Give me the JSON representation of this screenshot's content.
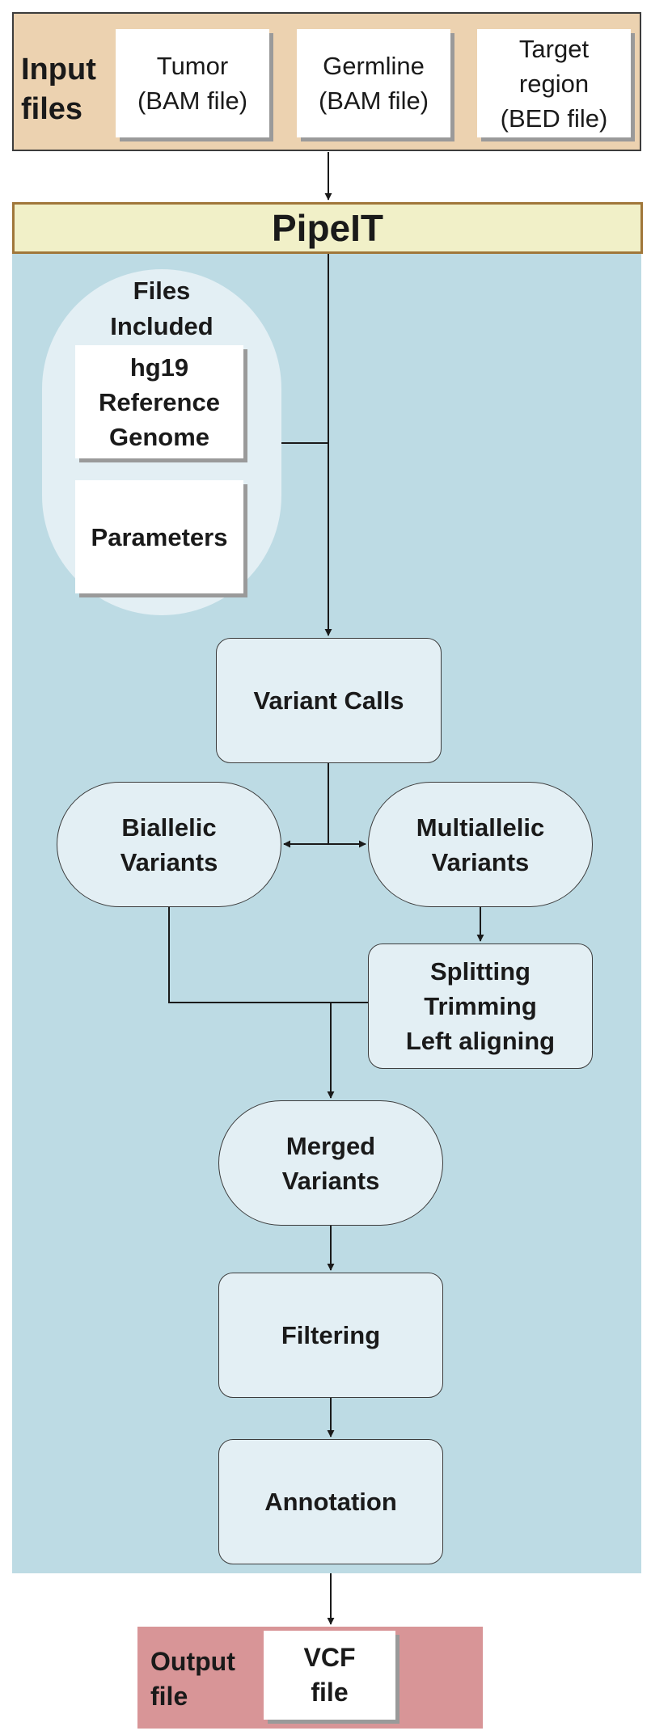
{
  "input_files": {
    "label": "Input files",
    "files": [
      {
        "line1": "Tumor",
        "line2": "(BAM file)",
        "line3": ""
      },
      {
        "line1": "Germline",
        "line2": "(BAM file)",
        "line3": ""
      },
      {
        "line1": "Target",
        "line2": "region",
        "line3": "(BED file)"
      }
    ]
  },
  "pipeline": {
    "title": "PipeIT",
    "files_included": {
      "title_line1": "Files",
      "title_line2": "Included",
      "reference": {
        "line1": "hg19",
        "line2": "Reference",
        "line3": "Genome"
      },
      "parameters": "Parameters"
    },
    "steps": {
      "variant_calls": "Variant Calls",
      "biallelic": {
        "line1": "Biallelic",
        "line2": "Variants"
      },
      "multiallelic": {
        "line1": "Multiallelic",
        "line2": "Variants"
      },
      "splitting": {
        "line1": "Splitting",
        "line2": "Trimming",
        "line3": "Left aligning"
      },
      "merged": {
        "line1": "Merged",
        "line2": "Variants"
      },
      "filtering": "Filtering",
      "annotation": "Annotation"
    }
  },
  "output": {
    "label_line1": "Output",
    "label_line2": "file",
    "vcf_line1": "VCF",
    "vcf_line2": "file"
  },
  "colors": {
    "input_panel": "#ecd2b0",
    "pipeit_bar": "#f1f0c8",
    "pipeit_panel": "#bddbe4",
    "step_fill": "#e3eff4",
    "output_panel": "#d89597"
  }
}
